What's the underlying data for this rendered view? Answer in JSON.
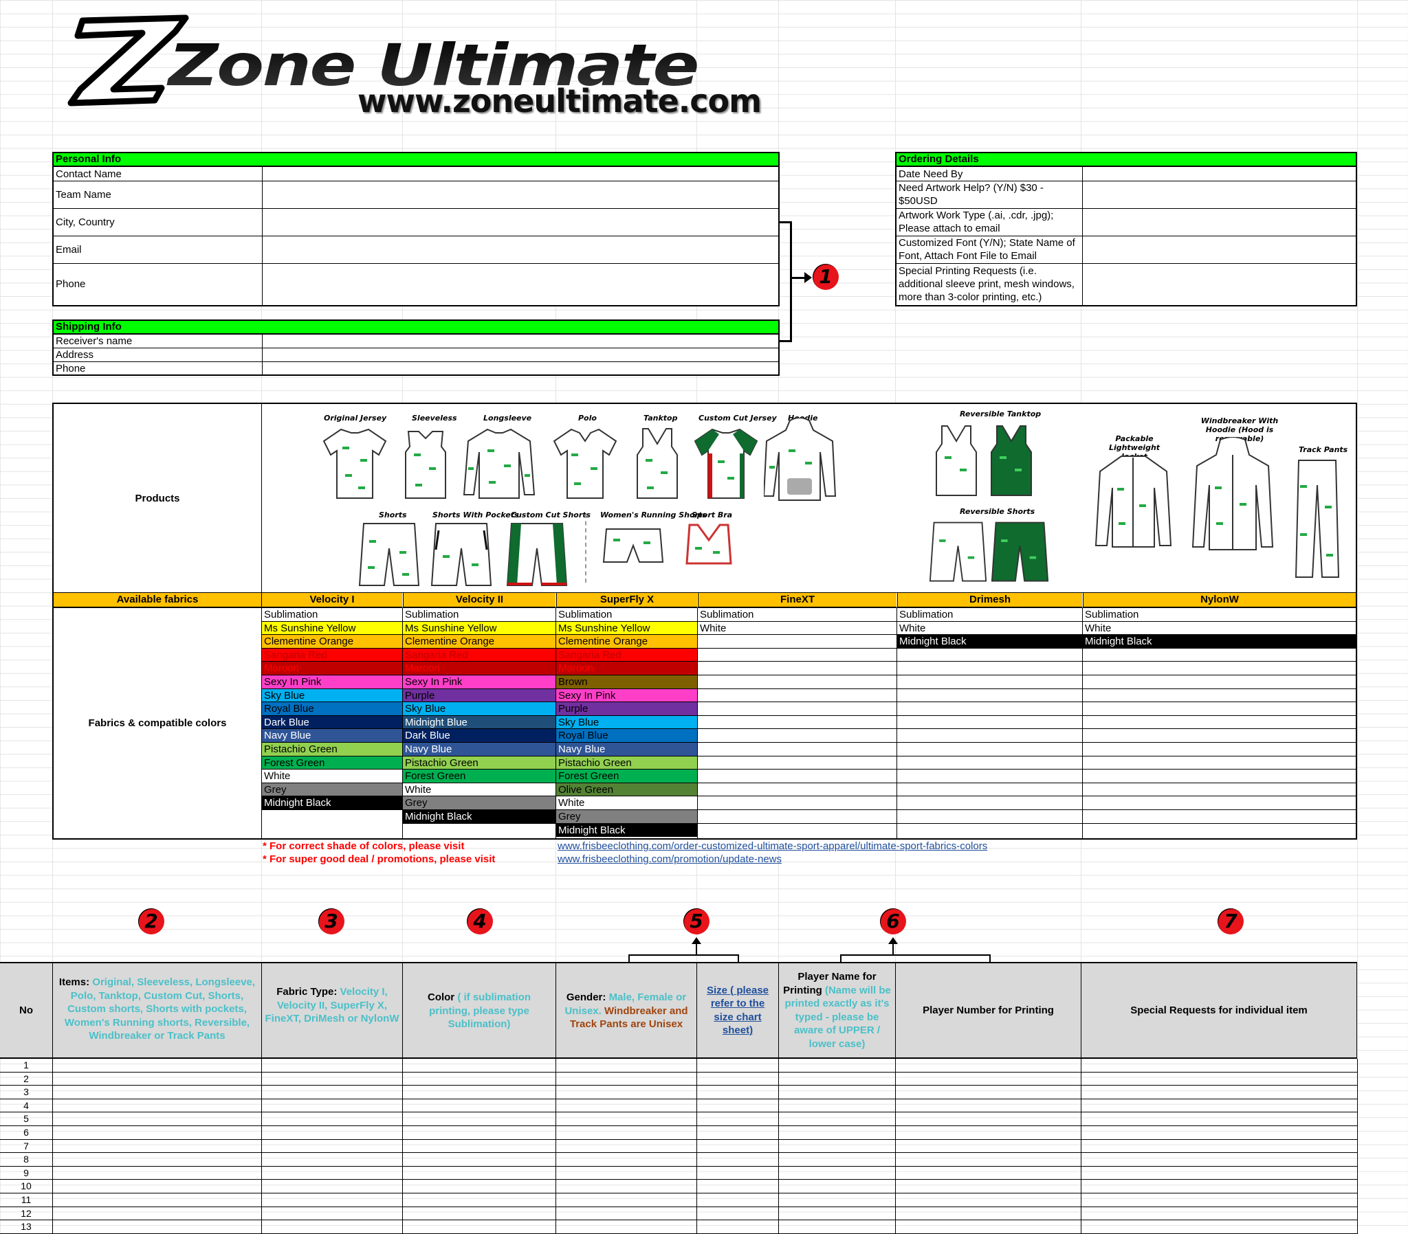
{
  "brand": {
    "name": "Zone Ultimate",
    "url": "www.zoneultimate.com"
  },
  "personal_info": {
    "title": "Personal Info",
    "fields": [
      "Contact Name",
      "Team Name",
      "City, Country",
      "Email",
      "Phone"
    ]
  },
  "shipping_info": {
    "title": "Shipping Info",
    "fields": [
      "Receiver's name",
      "Address",
      "Phone"
    ]
  },
  "ordering_details": {
    "title": "Ordering Details",
    "fields": [
      "Date Need By",
      "Need Artwork Help? (Y/N) $30 - $50USD",
      "Artwork Work Type (.ai, .cdr, .jpg); Please attach to email",
      "Customized Font (Y/N); State Name of Font, Attach Font File to Email",
      "Special Printing Requests (i.e. additional sleeve print, mesh windows, more than 3-color printing, etc.)"
    ]
  },
  "steps": [
    "1",
    "2",
    "3",
    "4",
    "5",
    "6",
    "7"
  ],
  "products": {
    "label": "Products",
    "items_top": [
      "Original Jersey",
      "Sleeveless",
      "Longsleeve",
      "Polo",
      "Tanktop",
      "Custom Cut Jersey",
      "Hoodie"
    ],
    "items_bottom": [
      "Shorts",
      "Shorts With Pockets",
      "Custom Cut Shorts",
      "Women's Running Shorts",
      "Sport Bra"
    ],
    "reversible": [
      "Reversible Tanktop",
      "Reversible Shorts"
    ],
    "outerwear": [
      "Packable Lightweight Jacket",
      "Windbreaker With Hoodie (Hood is removable)",
      "Track Pants"
    ]
  },
  "fabrics": {
    "label": "Available fabrics",
    "compat_label": "Fabrics & compatible colors",
    "columns": [
      {
        "name": "Velocity I",
        "colors": [
          {
            "n": "Sublimation",
            "bg": "#ffffff",
            "fg": "#000000"
          },
          {
            "n": "Ms Sunshine Yellow",
            "bg": "#ffff00",
            "fg": "#000000"
          },
          {
            "n": "Clementine Orange",
            "bg": "#ffc000",
            "fg": "#000000"
          },
          {
            "n": "Sangaria Red",
            "bg": "#ff0000",
            "fg": "#c00000"
          },
          {
            "n": "Maroon",
            "bg": "#c00000",
            "fg": "#ff0000"
          },
          {
            "n": "Sexy In Pink",
            "bg": "#ff3fc8",
            "fg": "#000000"
          },
          {
            "n": "Sky Blue",
            "bg": "#00b0f0",
            "fg": "#000000"
          },
          {
            "n": "Royal Blue",
            "bg": "#0070c0",
            "fg": "#000000"
          },
          {
            "n": "Dark Blue",
            "bg": "#002060",
            "fg": "#ffffff"
          },
          {
            "n": "Navy Blue",
            "bg": "#2f5597",
            "fg": "#ffffff"
          },
          {
            "n": "Pistachio Green",
            "bg": "#92d050",
            "fg": "#000000"
          },
          {
            "n": "Forest Green",
            "bg": "#00b050",
            "fg": "#000000"
          },
          {
            "n": "White",
            "bg": "#ffffff",
            "fg": "#000000"
          },
          {
            "n": "Grey",
            "bg": "#808080",
            "fg": "#000000"
          },
          {
            "n": "Midnight Black",
            "bg": "#000000",
            "fg": "#ffffff"
          }
        ]
      },
      {
        "name": "Velocity II",
        "colors": [
          {
            "n": "Sublimation",
            "bg": "#ffffff",
            "fg": "#000000"
          },
          {
            "n": "Ms Sunshine Yellow",
            "bg": "#ffff00",
            "fg": "#000000"
          },
          {
            "n": "Clementine Orange",
            "bg": "#ffc000",
            "fg": "#000000"
          },
          {
            "n": "Sangaria Red",
            "bg": "#ff0000",
            "fg": "#c00000"
          },
          {
            "n": "Maroon",
            "bg": "#c00000",
            "fg": "#ff0000"
          },
          {
            "n": "Sexy In Pink",
            "bg": "#ff3fc8",
            "fg": "#000000"
          },
          {
            "n": "Purple",
            "bg": "#7030a0",
            "fg": "#000000"
          },
          {
            "n": "Sky Blue",
            "bg": "#00b0f0",
            "fg": "#000000"
          },
          {
            "n": "Midnight Blue",
            "bg": "#1f4e79",
            "fg": "#ffffff"
          },
          {
            "n": "Dark Blue",
            "bg": "#002060",
            "fg": "#ffffff"
          },
          {
            "n": "Navy Blue",
            "bg": "#2f5597",
            "fg": "#ffffff"
          },
          {
            "n": "Pistachio Green",
            "bg": "#92d050",
            "fg": "#000000"
          },
          {
            "n": "Forest Green",
            "bg": "#00b050",
            "fg": "#000000"
          },
          {
            "n": "White",
            "bg": "#ffffff",
            "fg": "#000000"
          },
          {
            "n": "Grey",
            "bg": "#808080",
            "fg": "#000000"
          },
          {
            "n": "Midnight Black",
            "bg": "#000000",
            "fg": "#ffffff"
          }
        ]
      },
      {
        "name": "SuperFly X",
        "colors": [
          {
            "n": "Sublimation",
            "bg": "#ffffff",
            "fg": "#000000"
          },
          {
            "n": "Ms Sunshine Yellow",
            "bg": "#ffff00",
            "fg": "#000000"
          },
          {
            "n": "Clementine Orange",
            "bg": "#ffc000",
            "fg": "#000000"
          },
          {
            "n": "Sangaria Red",
            "bg": "#ff0000",
            "fg": "#c00000"
          },
          {
            "n": "Maroon",
            "bg": "#c00000",
            "fg": "#ff0000"
          },
          {
            "n": "Brown",
            "bg": "#7f6000",
            "fg": "#000000"
          },
          {
            "n": "Sexy In Pink",
            "bg": "#ff3fc8",
            "fg": "#000000"
          },
          {
            "n": "Purple",
            "bg": "#7030a0",
            "fg": "#000000"
          },
          {
            "n": "Sky Blue",
            "bg": "#00b0f0",
            "fg": "#000000"
          },
          {
            "n": "Royal Blue",
            "bg": "#0070c0",
            "fg": "#000000"
          },
          {
            "n": "Navy Blue",
            "bg": "#2f5597",
            "fg": "#ffffff"
          },
          {
            "n": "Pistachio Green",
            "bg": "#92d050",
            "fg": "#000000"
          },
          {
            "n": "Forest Green",
            "bg": "#00b050",
            "fg": "#000000"
          },
          {
            "n": "Olive Green",
            "bg": "#548235",
            "fg": "#000000"
          },
          {
            "n": "White",
            "bg": "#ffffff",
            "fg": "#000000"
          },
          {
            "n": "Grey",
            "bg": "#808080",
            "fg": "#000000"
          },
          {
            "n": "Midnight Black",
            "bg": "#000000",
            "fg": "#ffffff"
          }
        ]
      },
      {
        "name": "FineXT",
        "colors": [
          {
            "n": "Sublimation",
            "bg": "#ffffff",
            "fg": "#000000"
          },
          {
            "n": "White",
            "bg": "#ffffff",
            "fg": "#000000"
          }
        ]
      },
      {
        "name": "Drimesh",
        "colors": [
          {
            "n": "Sublimation",
            "bg": "#ffffff",
            "fg": "#000000"
          },
          {
            "n": "White",
            "bg": "#ffffff",
            "fg": "#000000"
          },
          {
            "n": "Midnight Black",
            "bg": "#000000",
            "fg": "#ffffff"
          }
        ]
      },
      {
        "name": "NylonW",
        "colors": [
          {
            "n": "Sublimation",
            "bg": "#ffffff",
            "fg": "#000000"
          },
          {
            "n": "White",
            "bg": "#ffffff",
            "fg": "#000000"
          },
          {
            "n": "Midnight Black",
            "bg": "#000000",
            "fg": "#ffffff"
          }
        ]
      }
    ]
  },
  "notes": {
    "shade_label": "* For correct shade of colors, please visit",
    "shade_link": "www.frisbeeclothing.com/order-customized-ultimate-sport-apparel/ultimate-sport-fabrics-colors",
    "promo_label": "* For super good deal / promotions, please visit",
    "promo_link": "www.frisbeeclothing.com/promotion/update-news"
  },
  "order_table": {
    "no": "No",
    "items_label": "Items:",
    "items_values": "Original, Sleeveless, Longsleeve, Polo, Tanktop, Custom Cut, Shorts, Custom shorts, Shorts with pockets, Women's Running shorts, Reversible, Windbreaker or Track Pants",
    "fabric_label": "Fabric Type:",
    "fabric_values": "Velocity I, Velocity II, SuperFly X, FineXT, DriMesh or NylonW",
    "color_label": "Color",
    "color_values": "( if sublimation printing, please type Sublimation)",
    "gender_label": "Gender:",
    "gender_values": "Male, Female or Unisex.",
    "gender_note": "Windbreaker and Track Pants are Unisex",
    "size_label": "Size ( please refer to the size chart sheet)",
    "player_name_label": "Player Name for Printing",
    "player_name_note": "(Name will be printed exactly as it's typed - please be aware of UPPER / lower case)",
    "player_number_label": "Player Number for Printing",
    "special_label": "Special Requests for individual item",
    "rows": [
      "1",
      "2",
      "3",
      "4",
      "5",
      "6",
      "7",
      "8",
      "9",
      "10",
      "11",
      "12",
      "13"
    ]
  },
  "colors": {
    "green_header": "#00ff00",
    "orange_header": "#ffc000",
    "red_note": "#ff0000",
    "step_circle": "#e8141b",
    "teal_text": "#4bc0c8",
    "gray_header": "#d9d9d9"
  }
}
